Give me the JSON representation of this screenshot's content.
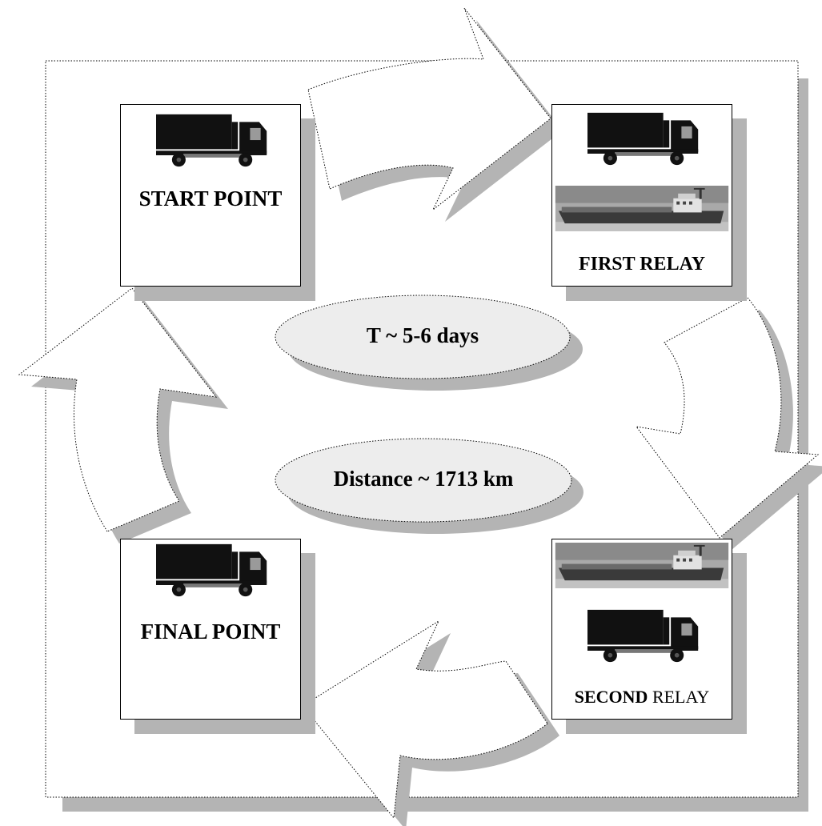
{
  "diagram": {
    "nodes": {
      "start": {
        "label": "START POINT",
        "icons": [
          "truck-icon"
        ]
      },
      "first_relay": {
        "label": "FIRST RELAY",
        "icons": [
          "truck-icon",
          "barge-icon"
        ]
      },
      "second_relay": {
        "label_bold": "SECOND",
        "label_rest": " RELAY",
        "icons": [
          "barge-icon",
          "truck-icon"
        ]
      },
      "final": {
        "label": "FINAL POINT",
        "icons": [
          "truck-icon"
        ]
      }
    },
    "center": {
      "time": "T ~ 5-6 days",
      "distance": "Distance ~ 1713 km"
    },
    "flow": [
      "start",
      "first_relay",
      "second_relay",
      "final",
      "start"
    ],
    "colors": {
      "box_border": "#000000",
      "shadow": "#b4b4b4",
      "oval_fill": "#ededed",
      "arrow_fill": "#ffffff",
      "truck": "#111111"
    }
  }
}
